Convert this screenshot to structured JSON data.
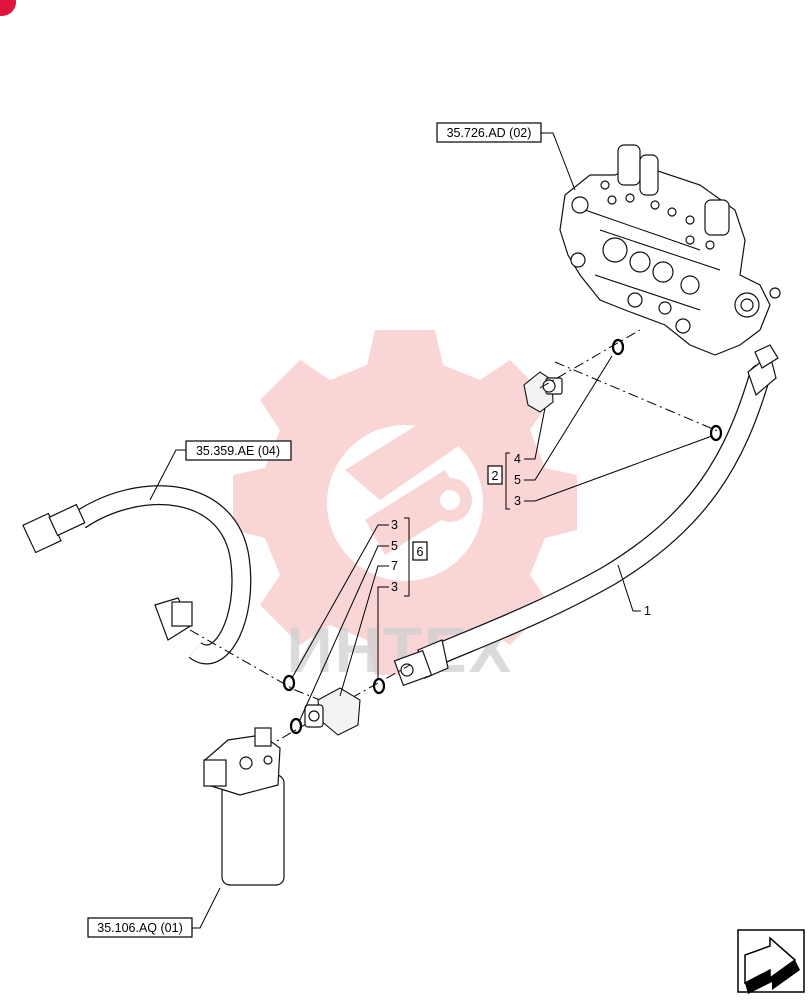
{
  "references": {
    "valve": "35.726.AD (02)",
    "hose_upper": "35.359.AE (04)",
    "filter": "35.106.AQ (01)"
  },
  "group_labels": {
    "upper": "2",
    "lower": "6"
  },
  "callouts": {
    "upper_4": "4",
    "upper_5": "5",
    "upper_3": "3",
    "lower_3a": "3",
    "lower_5": "5",
    "lower_7": "7",
    "lower_3b": "3",
    "hose_1": "1"
  },
  "watermark_text": "ИНТЕХ",
  "colors": {
    "watermark": "#f2a0a0",
    "corner_badge": "#e0143c",
    "line": "#000000"
  },
  "icons": {
    "nav": "arrow-icon"
  }
}
